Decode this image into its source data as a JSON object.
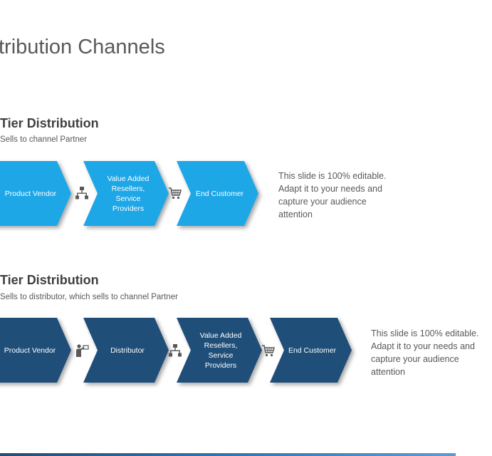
{
  "slide": {
    "title": "tribution Channels",
    "colors": {
      "light_blue": "#1ea7e6",
      "dark_blue": "#1f4e79",
      "text_gray": "#595959"
    }
  },
  "sections": [
    {
      "heading": "Tier Distribution",
      "subheading": "Sells to channel Partner",
      "steps": [
        "Product Vendor",
        "Value Added Resellers, Service Providers",
        "End Customer"
      ],
      "connector_icons": [
        "org-chart-icon",
        "shopping-cart-icon"
      ],
      "note": "This slide is 100% editable. Adapt it to your needs and capture your audience attention"
    },
    {
      "heading": "Tier Distribution",
      "subheading": "Sells to distributor, which sells to channel Partner",
      "steps": [
        "Product Vendor",
        "Distributor",
        "Value Added Resellers, Service Providers",
        "End Customer"
      ],
      "connector_icons": [
        "presenter-icon",
        "org-chart-icon",
        "shopping-cart-icon"
      ],
      "note": "This slide is 100% editable. Adapt it to your needs and capture your audience attention"
    }
  ]
}
